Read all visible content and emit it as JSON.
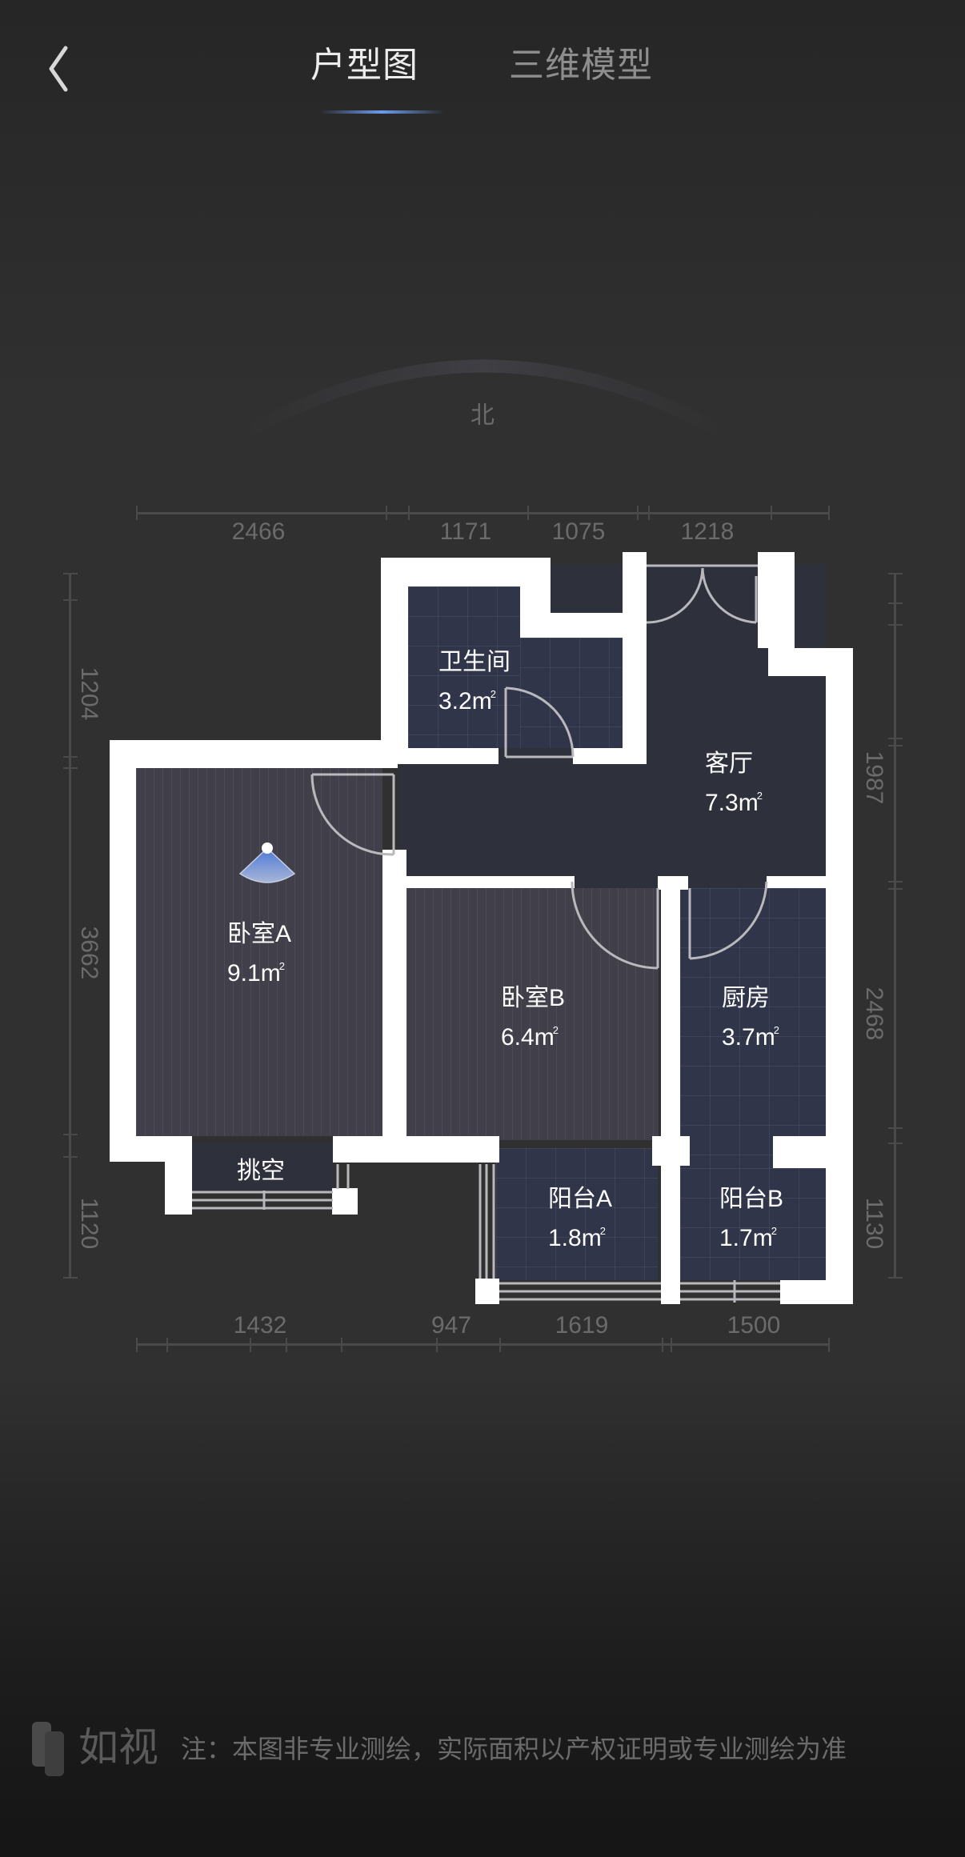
{
  "header": {
    "back_icon": "chevron-left-icon",
    "tabs": [
      {
        "label": "户型图",
        "active": true
      },
      {
        "label": "三维模型",
        "active": false
      }
    ],
    "indicator_color": "#6d9bf0"
  },
  "compass": {
    "north_label": "北"
  },
  "dimensions": {
    "top": [
      "2466",
      "1171",
      "1075",
      "1218"
    ],
    "bottom": [
      "1432",
      "947",
      "1619",
      "1500"
    ],
    "left": [
      "1204",
      "3662",
      "1120"
    ],
    "right": [
      "1987",
      "2468",
      "1130"
    ]
  },
  "rooms": {
    "bathroom": {
      "name": "卫生间",
      "area": "3.2m",
      "unit_sup": "2"
    },
    "living_room": {
      "name": "客厅",
      "area": "7.3m",
      "unit_sup": "2"
    },
    "bedroom_a": {
      "name": "卧室A",
      "area": "9.1m",
      "unit_sup": "2"
    },
    "bedroom_b": {
      "name": "卧室B",
      "area": "6.4m",
      "unit_sup": "2"
    },
    "kitchen": {
      "name": "厨房",
      "area": "3.7m",
      "unit_sup": "2"
    },
    "void": {
      "name": "挑空"
    },
    "balcony_a": {
      "name": "阳台A",
      "area": "1.8m",
      "unit_sup": "2"
    },
    "balcony_b": {
      "name": "阳台B",
      "area": "1.7m",
      "unit_sup": "2"
    }
  },
  "viewpoint": {
    "icon": "camera-viewpoint-icon",
    "color": "#6f94e0"
  },
  "footer": {
    "brand": "如视",
    "note": "注：本图非专业测绘，实际面积以产权证明或专业测绘为准"
  }
}
